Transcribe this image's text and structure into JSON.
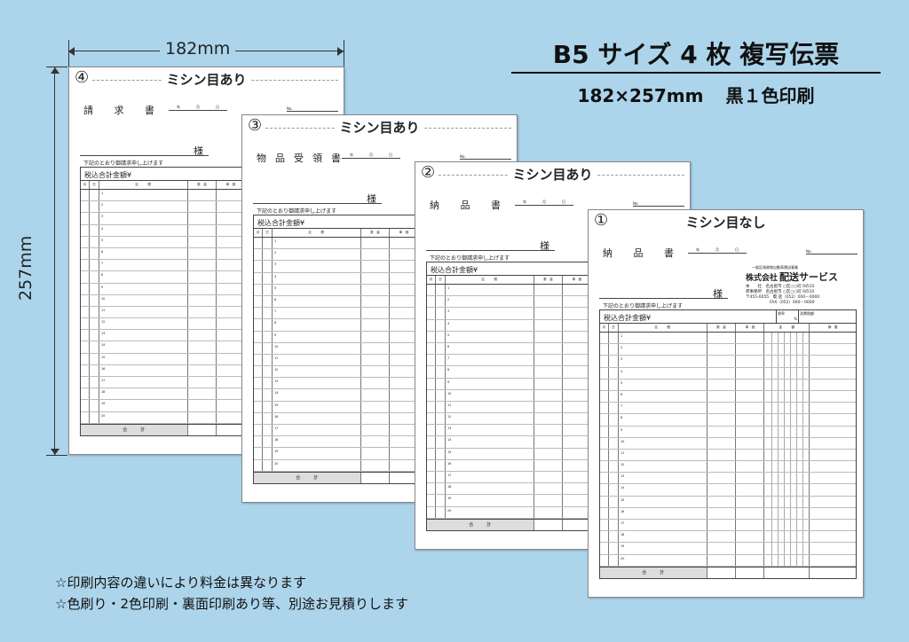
{
  "headline": "B5 サイズ 4 枚 複写伝票",
  "subline": "182×257mm 黒１色印刷",
  "dimensions": {
    "width": "182mm",
    "height": "257mm"
  },
  "notes": [
    "☆印刷内容の違いにより料金は異なります",
    "☆色刷り・2色印刷・裏面印刷あり等、別途お見積りします"
  ],
  "forms": [
    {
      "num": "④",
      "perf": "ミシン目あり",
      "doc": "請 求 書"
    },
    {
      "num": "③",
      "perf": "ミシン目あり",
      "doc": "物品受領書"
    },
    {
      "num": "②",
      "perf": "ミシン目あり",
      "doc": "納 品 書"
    },
    {
      "num": "①",
      "perf": "ミシン目なし",
      "doc": "納 品 書"
    }
  ],
  "form_common": {
    "date": [
      "年",
      "月",
      "日"
    ],
    "no": "No.",
    "company_category": "一般区域貨物自動車運送事業",
    "company_prefix": "株式会社",
    "company_name": "配送サービス",
    "address": [
      "本　　社　名古屋市 ○区○○町 0の10",
      "荷事務所　名古屋市 ○区○○町 0の10",
      "〒455-0055　電 話（052）000－0000",
      "　　　　　　FAX（052）000－0000"
    ],
    "sama": "様",
    "request": "下記のとおり御請求申し上げます",
    "total_amount": "税込合計金額¥",
    "tax_rate": "税率",
    "percent": "%",
    "tax": "消費税額",
    "columns": [
      "月",
      "日",
      "区　　　間",
      "数　量",
      "単　価",
      "金　　　額",
      "摘　要"
    ],
    "total": "合　　　計",
    "row_numbers": [
      "1",
      "2",
      "3",
      "4",
      "5",
      "6",
      "7",
      "8",
      "9",
      "10",
      "11",
      "12",
      "13",
      "14",
      "15",
      "16",
      "17",
      "18",
      "19",
      "20"
    ]
  }
}
